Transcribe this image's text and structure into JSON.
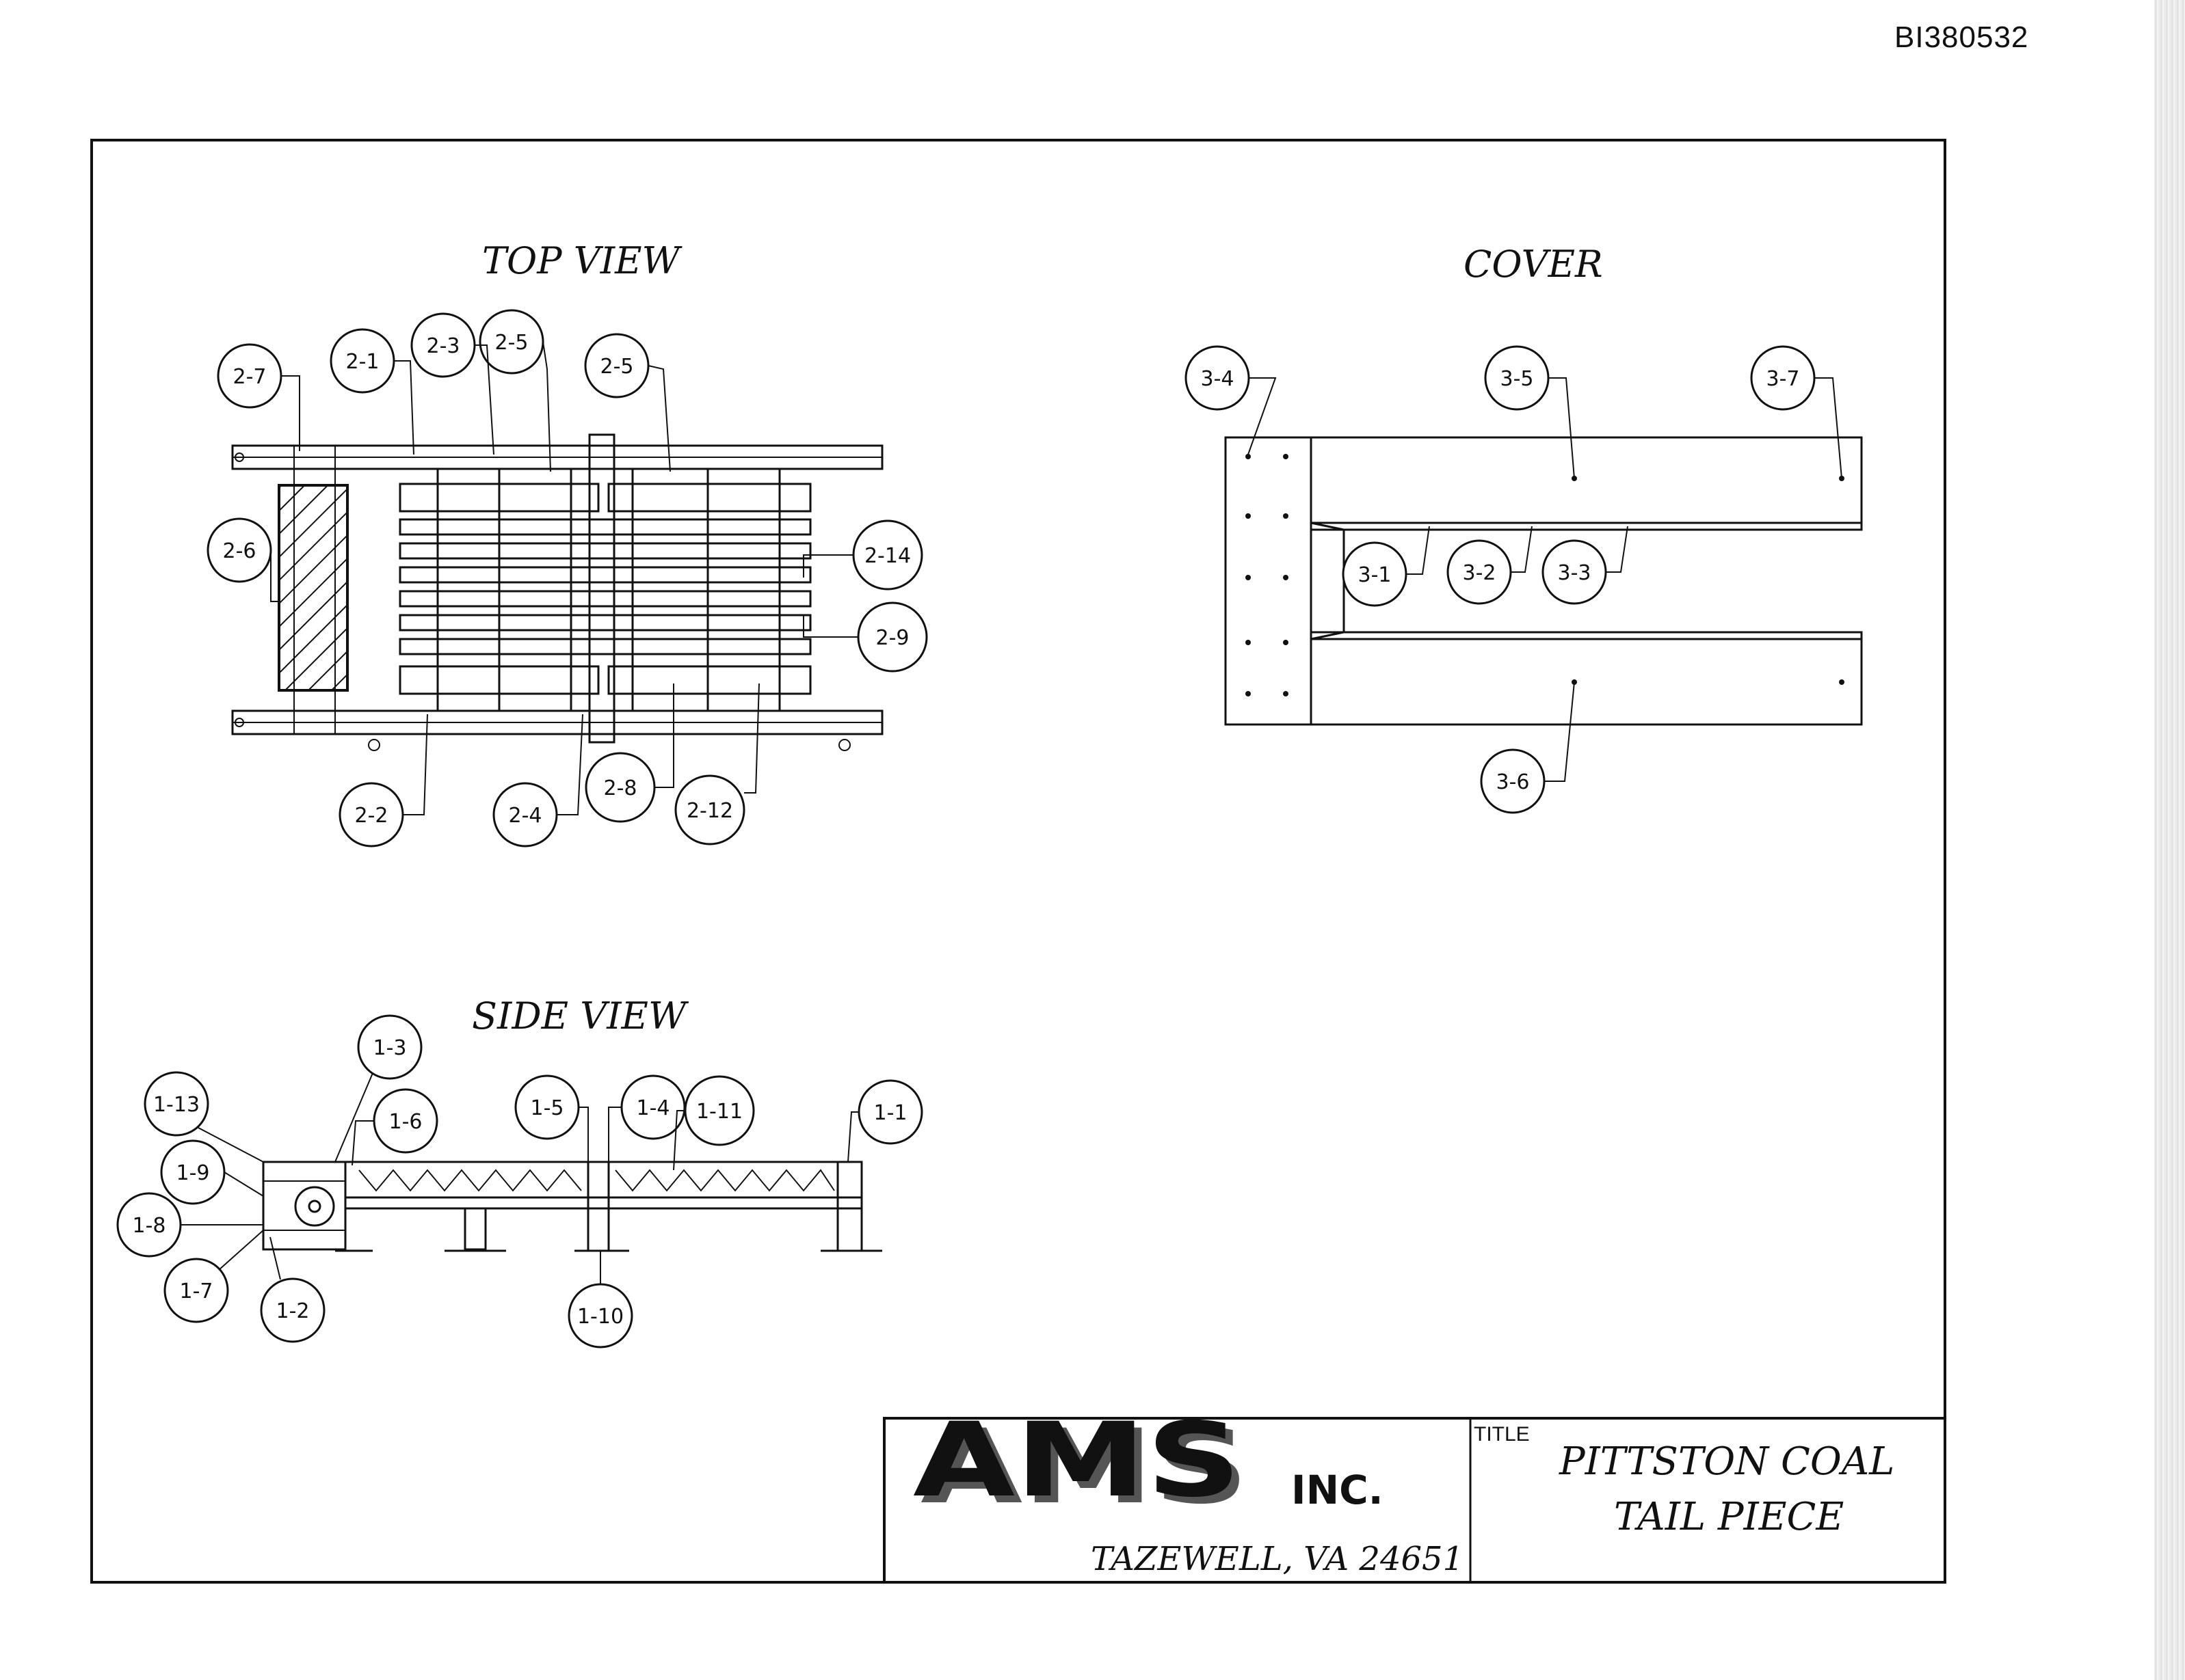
{
  "document_id": "BI380532",
  "views": {
    "top_view": {
      "title": "TOP VIEW",
      "callouts": [
        "2-7",
        "2-1",
        "2-3",
        "2-5",
        "2-5",
        "2-6",
        "2-14",
        "2-9",
        "2-2",
        "2-4",
        "2-8",
        "2-12"
      ]
    },
    "cover": {
      "title": "COVER",
      "callouts": [
        "3-4",
        "3-5",
        "3-7",
        "3-1",
        "3-2",
        "3-3",
        "3-6"
      ]
    },
    "side_view": {
      "title": "SIDE VIEW",
      "callouts": [
        "1-3",
        "1-13",
        "1-6",
        "1-5",
        "1-4",
        "1-11",
        "1-1",
        "1-9",
        "1-8",
        "1-7",
        "1-2",
        "1-10"
      ]
    }
  },
  "title_block": {
    "company_logo": "AMS",
    "company_suffix": "INC.",
    "location": "TAZEWELL, VA 24651",
    "title_label": "TITLE",
    "title_line1": "PITTSTON COAL",
    "title_line2": "TAIL PIECE"
  }
}
